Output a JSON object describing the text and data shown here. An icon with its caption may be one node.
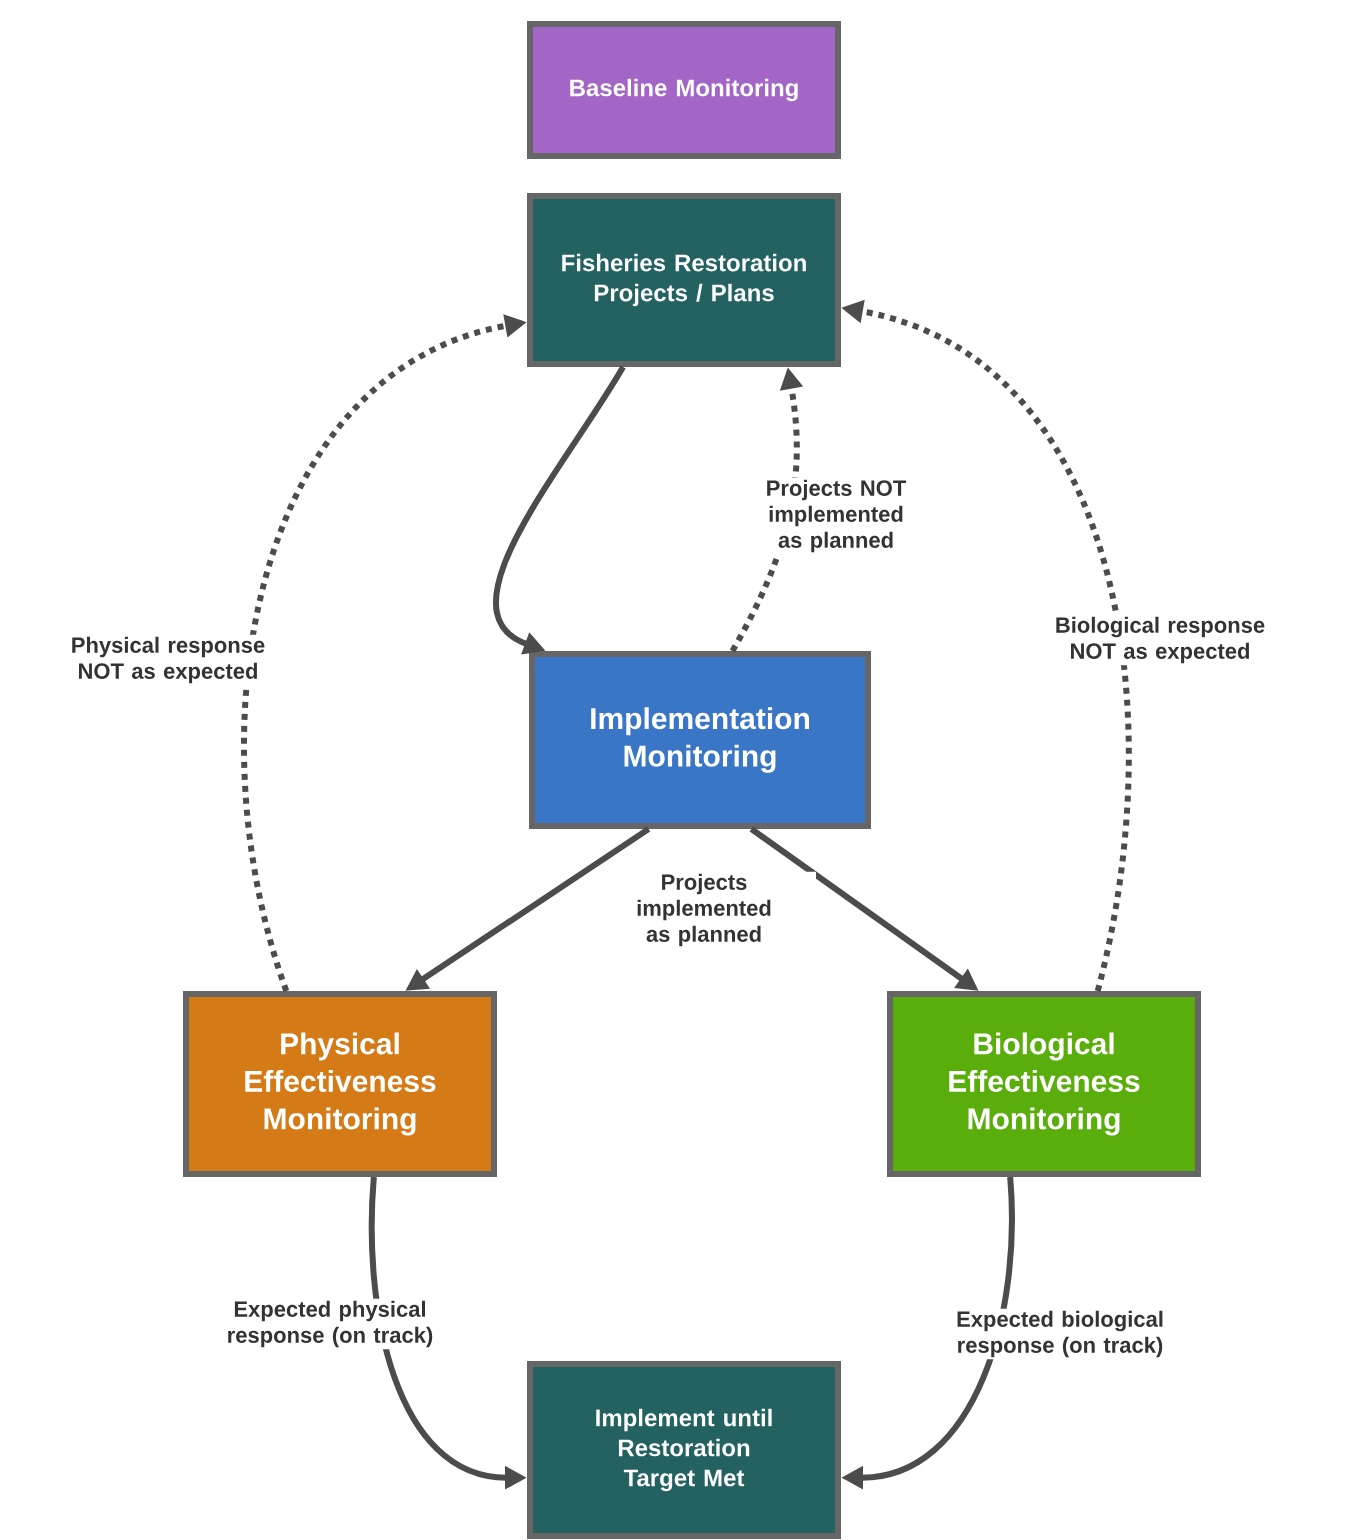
{
  "diagram": {
    "nodes": [
      {
        "text": [
          "Baseline Monitoring"
        ]
      },
      {
        "text": [
          "Fisheries Restoration Projects / Plans"
        ]
      },
      {
        "text": [
          "Implementation Monitoring"
        ]
      },
      {
        "text": [
          "Physical Effectiveness Monitoring"
        ]
      },
      {
        "text": [
          "Biological Effectiveness Monitoring"
        ]
      },
      {
        "text": [
          "Implement until Restoration Target Met"
        ]
      }
    ],
    "edges": [
      {
        "from": 1,
        "to": 2,
        "arrow": "to"
      },
      {
        "from": 2,
        "to": 1,
        "arrow": "to",
        "style": "dashed",
        "label": "Projects NOT implemented as planned"
      },
      {
        "from": 2,
        "to": 3,
        "arrow": "to",
        "label": "Projects implemented as planned"
      },
      {
        "from": 2,
        "to": 4,
        "arrow": "to"
      },
      {
        "from": 3,
        "to": 1,
        "arrow": "to",
        "style": "dashed",
        "label": "Physical response NOT as expected"
      },
      {
        "from": 4,
        "to": 1,
        "arrow": "to",
        "style": "dashed",
        "label": "Biological response NOT as expected"
      },
      {
        "from": 3,
        "to": 5,
        "arrow": "to",
        "label": "Expected physical response (on track)"
      },
      {
        "from": 4,
        "to": 5,
        "arrow": "to",
        "label": "Expected biological response (on track)"
      }
    ]
  }
}
